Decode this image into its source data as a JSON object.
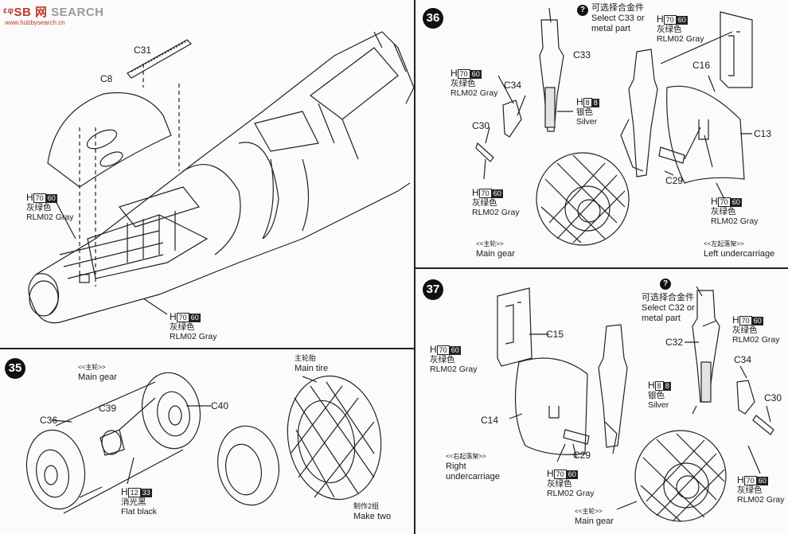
{
  "watermark": {
    "brand": "ᵋᵠSB 网",
    "text": "SEARCH",
    "url": "www.hobbysearch.cn"
  },
  "main_view": {
    "part_c31": "C31",
    "part_c8": "C8",
    "paint_left": {
      "code": "H",
      "n1": "70",
      "n2": "60",
      "cn": "灰绿色",
      "en": "RLM02 Gray"
    },
    "paint_bottom": {
      "code": "H",
      "n1": "70",
      "n2": "60",
      "cn": "灰绿色",
      "en": "RLM02 Gray"
    }
  },
  "step36": {
    "number": "36",
    "note_cn": "可选择合金件",
    "note_en1": "Select C33 or",
    "note_en2": "metal part",
    "c33": "C33",
    "c34": "C34",
    "c30": "C30",
    "c16": "C16",
    "c13": "C13",
    "c29": "C29",
    "paint_a": {
      "code": "H",
      "n1": "70",
      "n2": "60",
      "cn": "灰绿色",
      "en": "RLM02 Gray"
    },
    "paint_b": {
      "code": "H",
      "n1": "8",
      "n2": "8",
      "cn": "银色",
      "en": "Silver"
    },
    "paint_c": {
      "code": "H",
      "n1": "70",
      "n2": "60",
      "cn": "灰绿色",
      "en": "RLM02 Gray"
    },
    "paint_d": {
      "code": "H",
      "n1": "70",
      "n2": "60",
      "cn": "灰绿色",
      "en": "RLM02 Gray"
    },
    "paint_e": {
      "code": "H",
      "n1": "70",
      "n2": "60",
      "cn": "灰绿色",
      "en": "RLM02 Gray"
    },
    "main_gear_cn": "<<主轮>>",
    "main_gear_en": "Main gear",
    "left_uc_cn": "<<左起落架>>",
    "left_uc_en": "Left undercarriage"
  },
  "step35": {
    "number": "35",
    "main_gear_cn": "<<主轮>>",
    "main_gear_en": "Main gear",
    "c39": "C39",
    "c40": "C40",
    "c36": "C36",
    "main_tire_cn": "主轮胎",
    "main_tire_en": "Main tire",
    "paint": {
      "code": "H",
      "n1": "12",
      "n2": "33",
      "cn": "消光黑",
      "en": "Flat black"
    },
    "make_two_cn": "制作2组",
    "make_two_en": "Make two"
  },
  "step37": {
    "number": "37",
    "note_cn": "可选择合金件",
    "note_en1": "Select C32 or",
    "note_en2": "metal part",
    "c15": "C15",
    "c32": "C32",
    "c34": "C34",
    "c30": "C30",
    "c14": "C14",
    "c29": "C29",
    "paint_a": {
      "code": "H",
      "n1": "70",
      "n2": "60",
      "cn": "灰绿色",
      "en": "RLM02 Gray"
    },
    "paint_b": {
      "code": "H",
      "n1": "70",
      "n2": "60",
      "cn": "灰绿色",
      "en": "RLM02 Gray"
    },
    "paint_c": {
      "code": "H",
      "n1": "8",
      "n2": "8",
      "cn": "银色",
      "en": "Silver"
    },
    "paint_d": {
      "code": "H",
      "n1": "70",
      "n2": "60",
      "cn": "灰绿色",
      "en": "RLM02 Gray"
    },
    "paint_e": {
      "code": "H",
      "n1": "70",
      "n2": "60",
      "cn": "灰绿色",
      "en": "RLM02 Gray"
    },
    "right_uc_cn": "<<右起落架>>",
    "right_uc_en1": "Right",
    "right_uc_en2": "undercarriage",
    "main_gear_cn": "<<主轮>>",
    "main_gear_en": "Main gear"
  }
}
